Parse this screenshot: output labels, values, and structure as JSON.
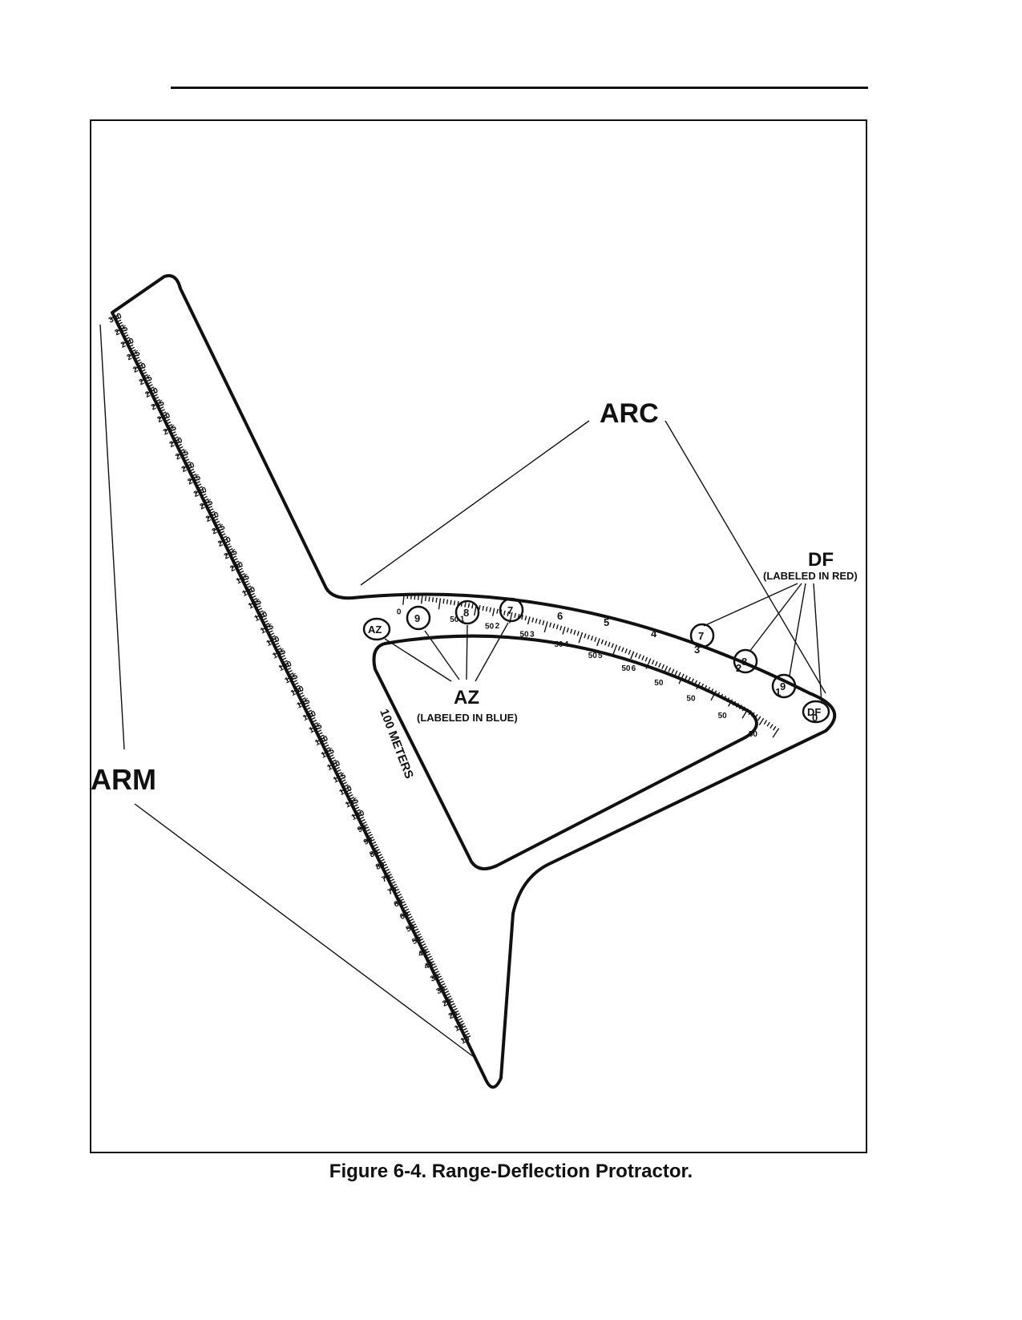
{
  "figure": {
    "caption": "Figure 6-4.  Range-Deflection Protractor.",
    "callouts": {
      "arc": "ARC",
      "arm": "ARM",
      "az": "AZ",
      "az_note": "(LABELED IN BLUE)",
      "df": "DF",
      "df_note": "(LABELED IN RED)",
      "meters": "100 METERS"
    },
    "arc_scale": {
      "minor_labels": [
        "0",
        "50",
        "50",
        "50",
        "50",
        "50",
        "50",
        "50",
        "50",
        "50",
        "50"
      ],
      "major_labels": [
        "1",
        "2",
        "3",
        "4",
        "5",
        "6"
      ],
      "lower_labels": [
        "6",
        "5",
        "4",
        "3",
        "2",
        "1",
        "0"
      ],
      "az_markers": [
        "AZ",
        "9",
        "8",
        "7"
      ],
      "df_markers": [
        "7",
        "8",
        "9",
        "DF"
      ]
    },
    "arm_scale": {
      "labels": [
        "300",
        "295",
        "290",
        "285",
        "280",
        "275",
        "270",
        "265",
        "260",
        "255",
        "250",
        "245",
        "240",
        "235",
        "230",
        "225",
        "220",
        "215",
        "210",
        "205",
        "200",
        "195",
        "190",
        "185",
        "180",
        "175",
        "170",
        "165",
        "160",
        "155",
        "150",
        "145",
        "140",
        "135",
        "130",
        "125",
        "120",
        "115",
        "110",
        "105",
        "100",
        "95",
        "90",
        "85",
        "80",
        "75",
        "70",
        "65",
        "60",
        "55",
        "50",
        "45",
        "40",
        "35",
        "30",
        "25",
        "20",
        "15",
        "10"
      ]
    }
  }
}
